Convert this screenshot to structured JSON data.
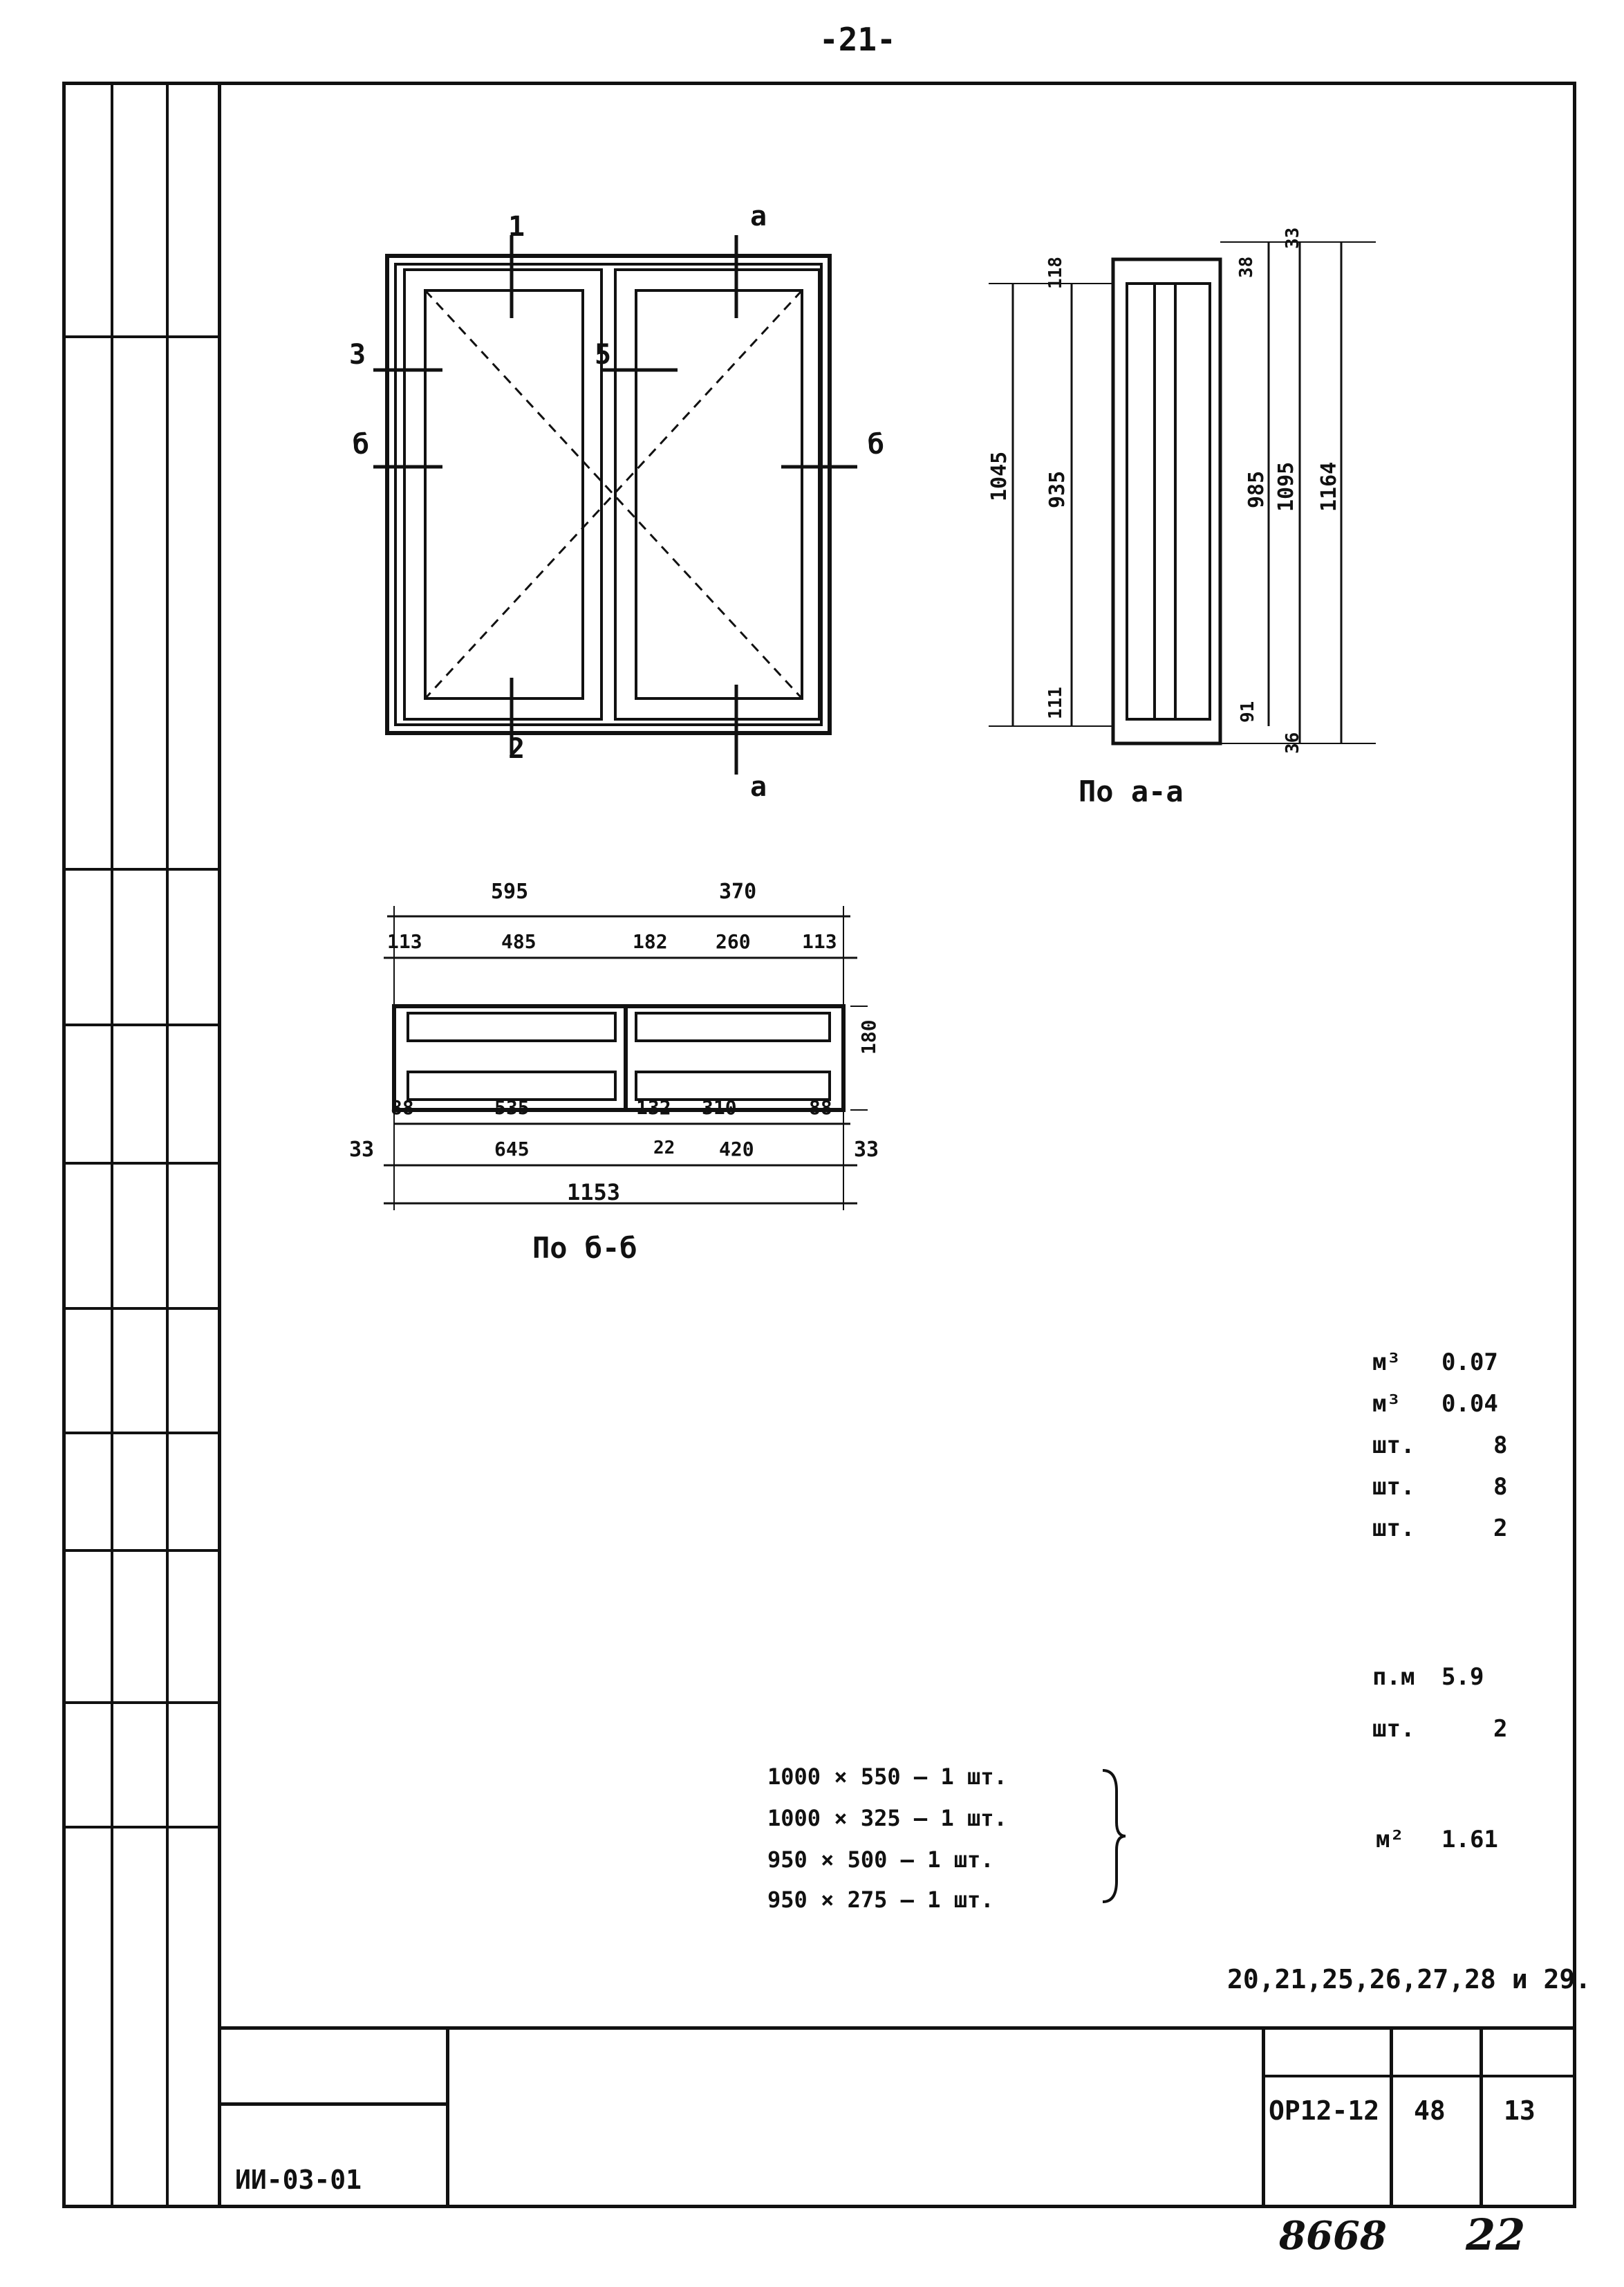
{
  "page_number": "-21-",
  "ids": {
    "left": "8668",
    "right": "22"
  },
  "elevation": {
    "section_marks": [
      "1",
      "2",
      "3",
      "5",
      "a",
      "a",
      "б",
      "б"
    ]
  },
  "section_aa": {
    "caption": "По а-а",
    "dims": [
      "1045",
      "935",
      "111",
      "118",
      "985",
      "1095",
      "1164",
      "33",
      "38",
      "91",
      "36"
    ]
  },
  "section_bb": {
    "caption": "По б-б",
    "top1": [
      "595",
      "370"
    ],
    "top2": [
      "113",
      "485",
      "182",
      "260",
      "113"
    ],
    "mid": [
      "88",
      "535",
      "132",
      "310",
      "88"
    ],
    "bot": [
      "33",
      "645",
      "22",
      "420",
      "33"
    ],
    "total": "1153",
    "depth": "180"
  },
  "spec": {
    "rows": [
      {
        "unit": "м³",
        "qty": "0.07"
      },
      {
        "unit": "м³",
        "qty": "0.04"
      },
      {
        "unit": "шт.",
        "qty": "8"
      },
      {
        "unit": "шт.",
        "qty": "8"
      },
      {
        "unit": "шт.",
        "qty": "2"
      },
      {
        "unit": "",
        "qty": ""
      },
      {
        "unit": "",
        "qty": ""
      },
      {
        "unit": "п.м",
        "qty": "5.9"
      },
      {
        "unit": "шт.",
        "qty": "2"
      }
    ],
    "glass": {
      "lines": [
        "1000 × 550 — 1 шт.",
        "1000 × 325 — 1 шт.",
        "950 × 500 — 1 шт.",
        "950 × 275 — 1 шт."
      ],
      "unit": "м²",
      "qty": "1.61"
    },
    "note_sheets": "20,21,25,26,27,28 и 29."
  },
  "title_block": {
    "series": "ИИ-03-01",
    "mark": "ОР12-12",
    "album": "48",
    "sheet": "13"
  }
}
